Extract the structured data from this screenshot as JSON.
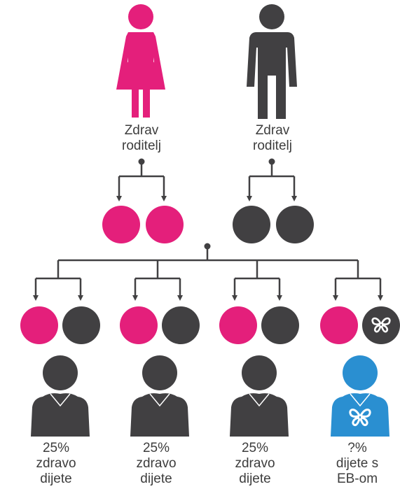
{
  "colors": {
    "pink": "#e41f7b",
    "dark": "#414042",
    "blue": "#2a8fd1",
    "line": "#414042"
  },
  "parents": [
    {
      "figure": "female-figure",
      "color": "pink",
      "label_lines": [
        "Zdrav",
        "roditelj"
      ]
    },
    {
      "figure": "male-figure",
      "color": "dark",
      "label_lines": [
        "Zdrav",
        "roditelj"
      ]
    }
  ],
  "children": [
    {
      "genes": [
        "pink",
        "dark"
      ],
      "color": "dark",
      "label_lines": [
        "25%",
        "zdravo",
        "dijete"
      ]
    },
    {
      "genes": [
        "pink",
        "dark"
      ],
      "color": "dark",
      "label_lines": [
        "25%",
        "zdravo",
        "dijete"
      ]
    },
    {
      "genes": [
        "pink",
        "dark"
      ],
      "color": "dark",
      "label_lines": [
        "25%",
        "zdravo",
        "dijete"
      ]
    },
    {
      "genes": [
        "pink",
        "butterfly"
      ],
      "color": "blue",
      "label_lines": [
        "?%",
        "dijete s",
        "EB-om"
      ],
      "icon": "butterfly-icon"
    }
  ]
}
